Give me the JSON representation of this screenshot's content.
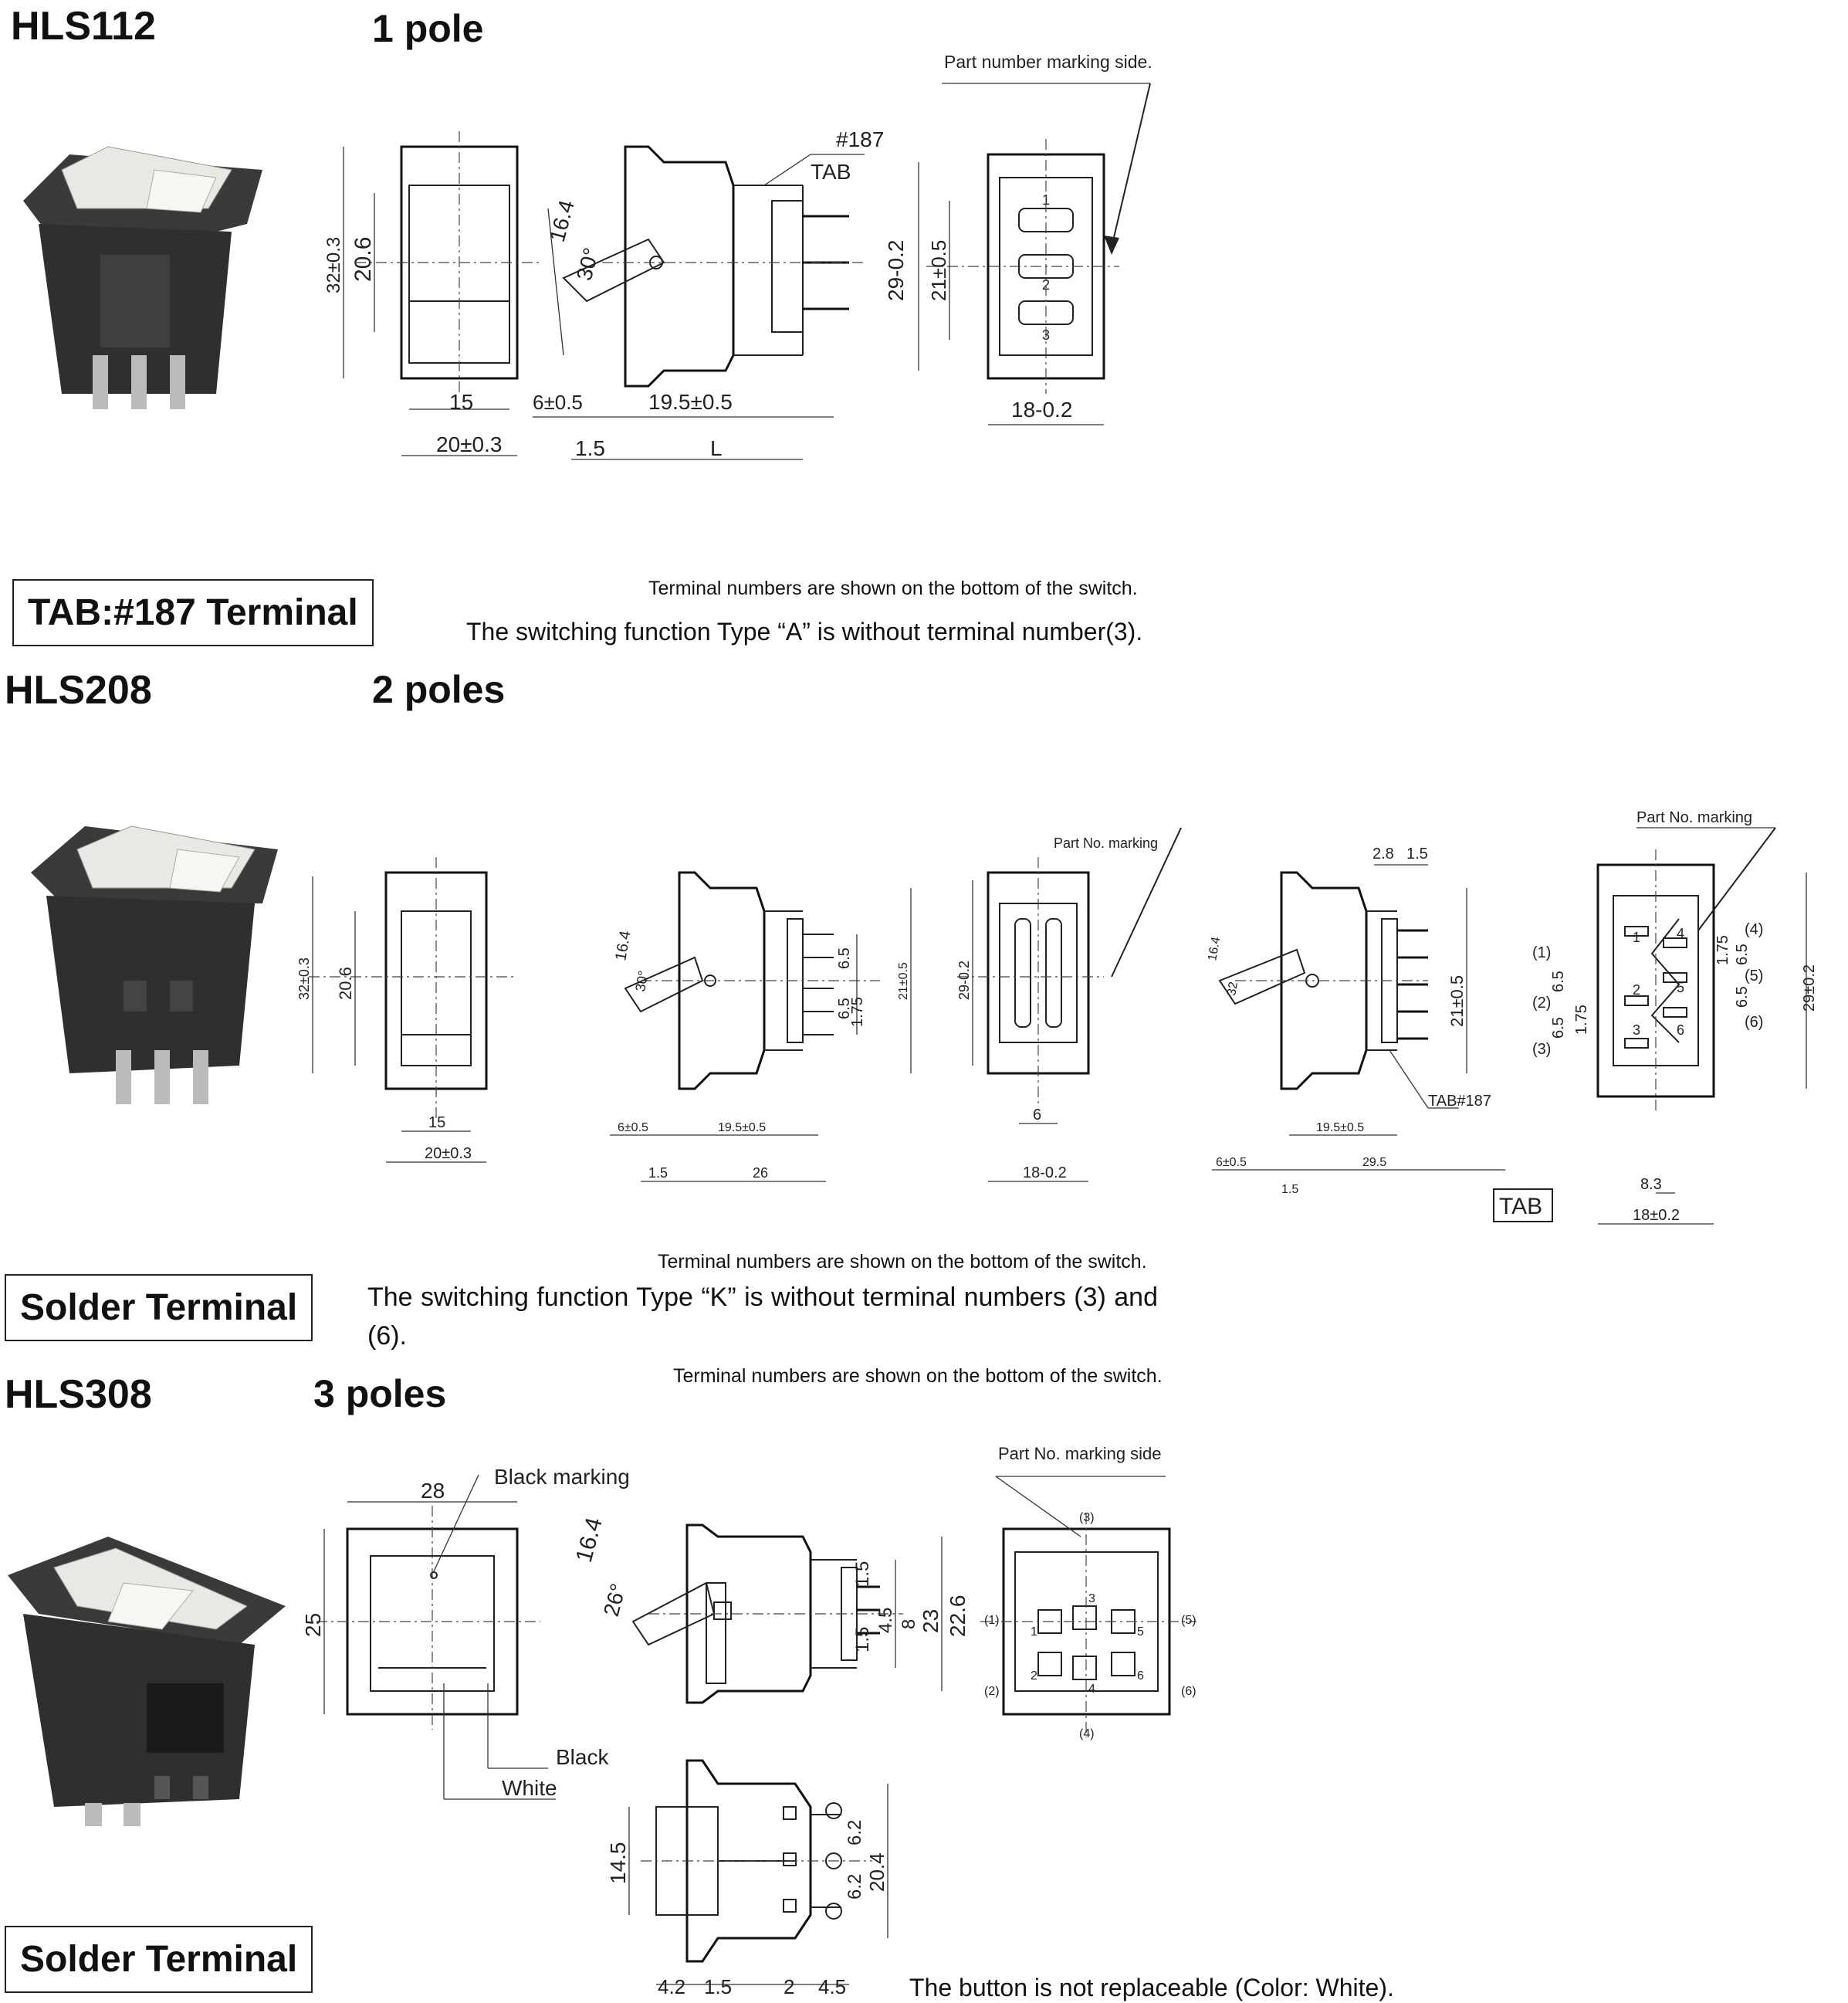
{
  "sections": [
    {
      "model": "HLS112",
      "poles": "1 pole",
      "terminal_label": "TAB:#187 Terminal",
      "note_small": "Terminal numbers are shown on the bottom of the switch.",
      "note_large": "The switching function Type “A” is without terminal number(3).",
      "callouts": {
        "marking_side": "Part number marking side.",
        "tab_num": "#187",
        "tab": "TAB"
      },
      "dims": {
        "h32": "32±0.3",
        "h206": "20.6",
        "w15": "15",
        "w20": "20±0.3",
        "d164": "16.4",
        "a30": "30°",
        "d6": "6±0.5",
        "d195": "19.5±0.5",
        "d15": "1.5",
        "dL": "L",
        "h29": "29-0.2",
        "h21": "21±0.5",
        "w18": "18-0.2",
        "t1": "1",
        "t2": "2",
        "t3": "3"
      }
    },
    {
      "model": "HLS208",
      "poles": "2 poles",
      "terminal_label": "Solder Terminal",
      "note_small": "Terminal numbers are shown on the bottom of the switch.",
      "note_large": "The switching function Type “K” is without terminal numbers (3) and (6).",
      "note_small_2": "Terminal numbers are shown on the bottom of the switch.",
      "callouts": {
        "part_no_marking": "Part No. marking",
        "part_no_marking_2": "Part No. marking",
        "tab187": "TAB#187",
        "tab_box": "TAB"
      },
      "dims": {
        "h32": "32±0.3",
        "h206": "20.6",
        "w15": "15",
        "w20": "20±0.3",
        "d164": "16.4",
        "a30": "30°",
        "d6": "6±0.5",
        "d195": "19.5±0.5",
        "d15": "1.5",
        "d26": "26",
        "p65a": "6.5",
        "p65b": "6.5",
        "p175": "1.75",
        "h21": "21±0.5",
        "h29": "29-0.2",
        "w6": "6",
        "w18": "18-0.2",
        "t28": "2.8",
        "t15": "1.5",
        "td164": "16.4",
        "t32": "32",
        "t21": "21±0.5",
        "t195": "19.5±0.5",
        "t6": "6±0.5",
        "t295": "29.5",
        "t15b": "1.5",
        "b83": "8.3",
        "b18": "18±0.2",
        "b29": "29±0.2",
        "b175a": "1.75",
        "b65a": "6.5",
        "b65b": "6.5",
        "b175b": "1.75",
        "b65c": "6.5",
        "b65d": "6.5",
        "n1": "(1)",
        "n2": "(2)",
        "n3": "(3)",
        "n4": "(4)",
        "n5": "(5)",
        "n6": "(6)",
        "i1": "1",
        "i2": "2",
        "i3": "3",
        "i4": "4",
        "i5": "5",
        "i6": "6"
      }
    },
    {
      "model": "HLS308",
      "poles": "3 poles",
      "terminal_label": "Solder Terminal",
      "note_large": "The button is not replaceable (Color: White).",
      "callouts": {
        "black_marking": "Black marking",
        "black": "Black",
        "white": "White",
        "part_no_marking_side": "Part No. marking side"
      },
      "dims": {
        "w28": "28",
        "h25": "25",
        "d164": "16.4",
        "a26": "26°",
        "p15a": "1.5",
        "p45": "4.5",
        "p15b": "1.5",
        "p8": "8",
        "h23": "23",
        "h226": "22.6",
        "s145": "14.5",
        "s62a": "6.2",
        "s62b": "6.2",
        "s204": "20.4",
        "b42": "4.2",
        "b15": "1.5",
        "b2": "2",
        "b45": "4.5",
        "n1": "(1)",
        "n2": "(2)",
        "n3": "(3)",
        "n4": "(4)",
        "n5": "(5)",
        "n6": "(6)",
        "i1": "1",
        "i2": "2",
        "i3": "3",
        "i4": "4",
        "i5": "5",
        "i6": "6"
      }
    }
  ],
  "colors": {
    "ink": "#222222",
    "photo_body": "#2b2b2b",
    "photo_button": "#e9e9e4"
  }
}
